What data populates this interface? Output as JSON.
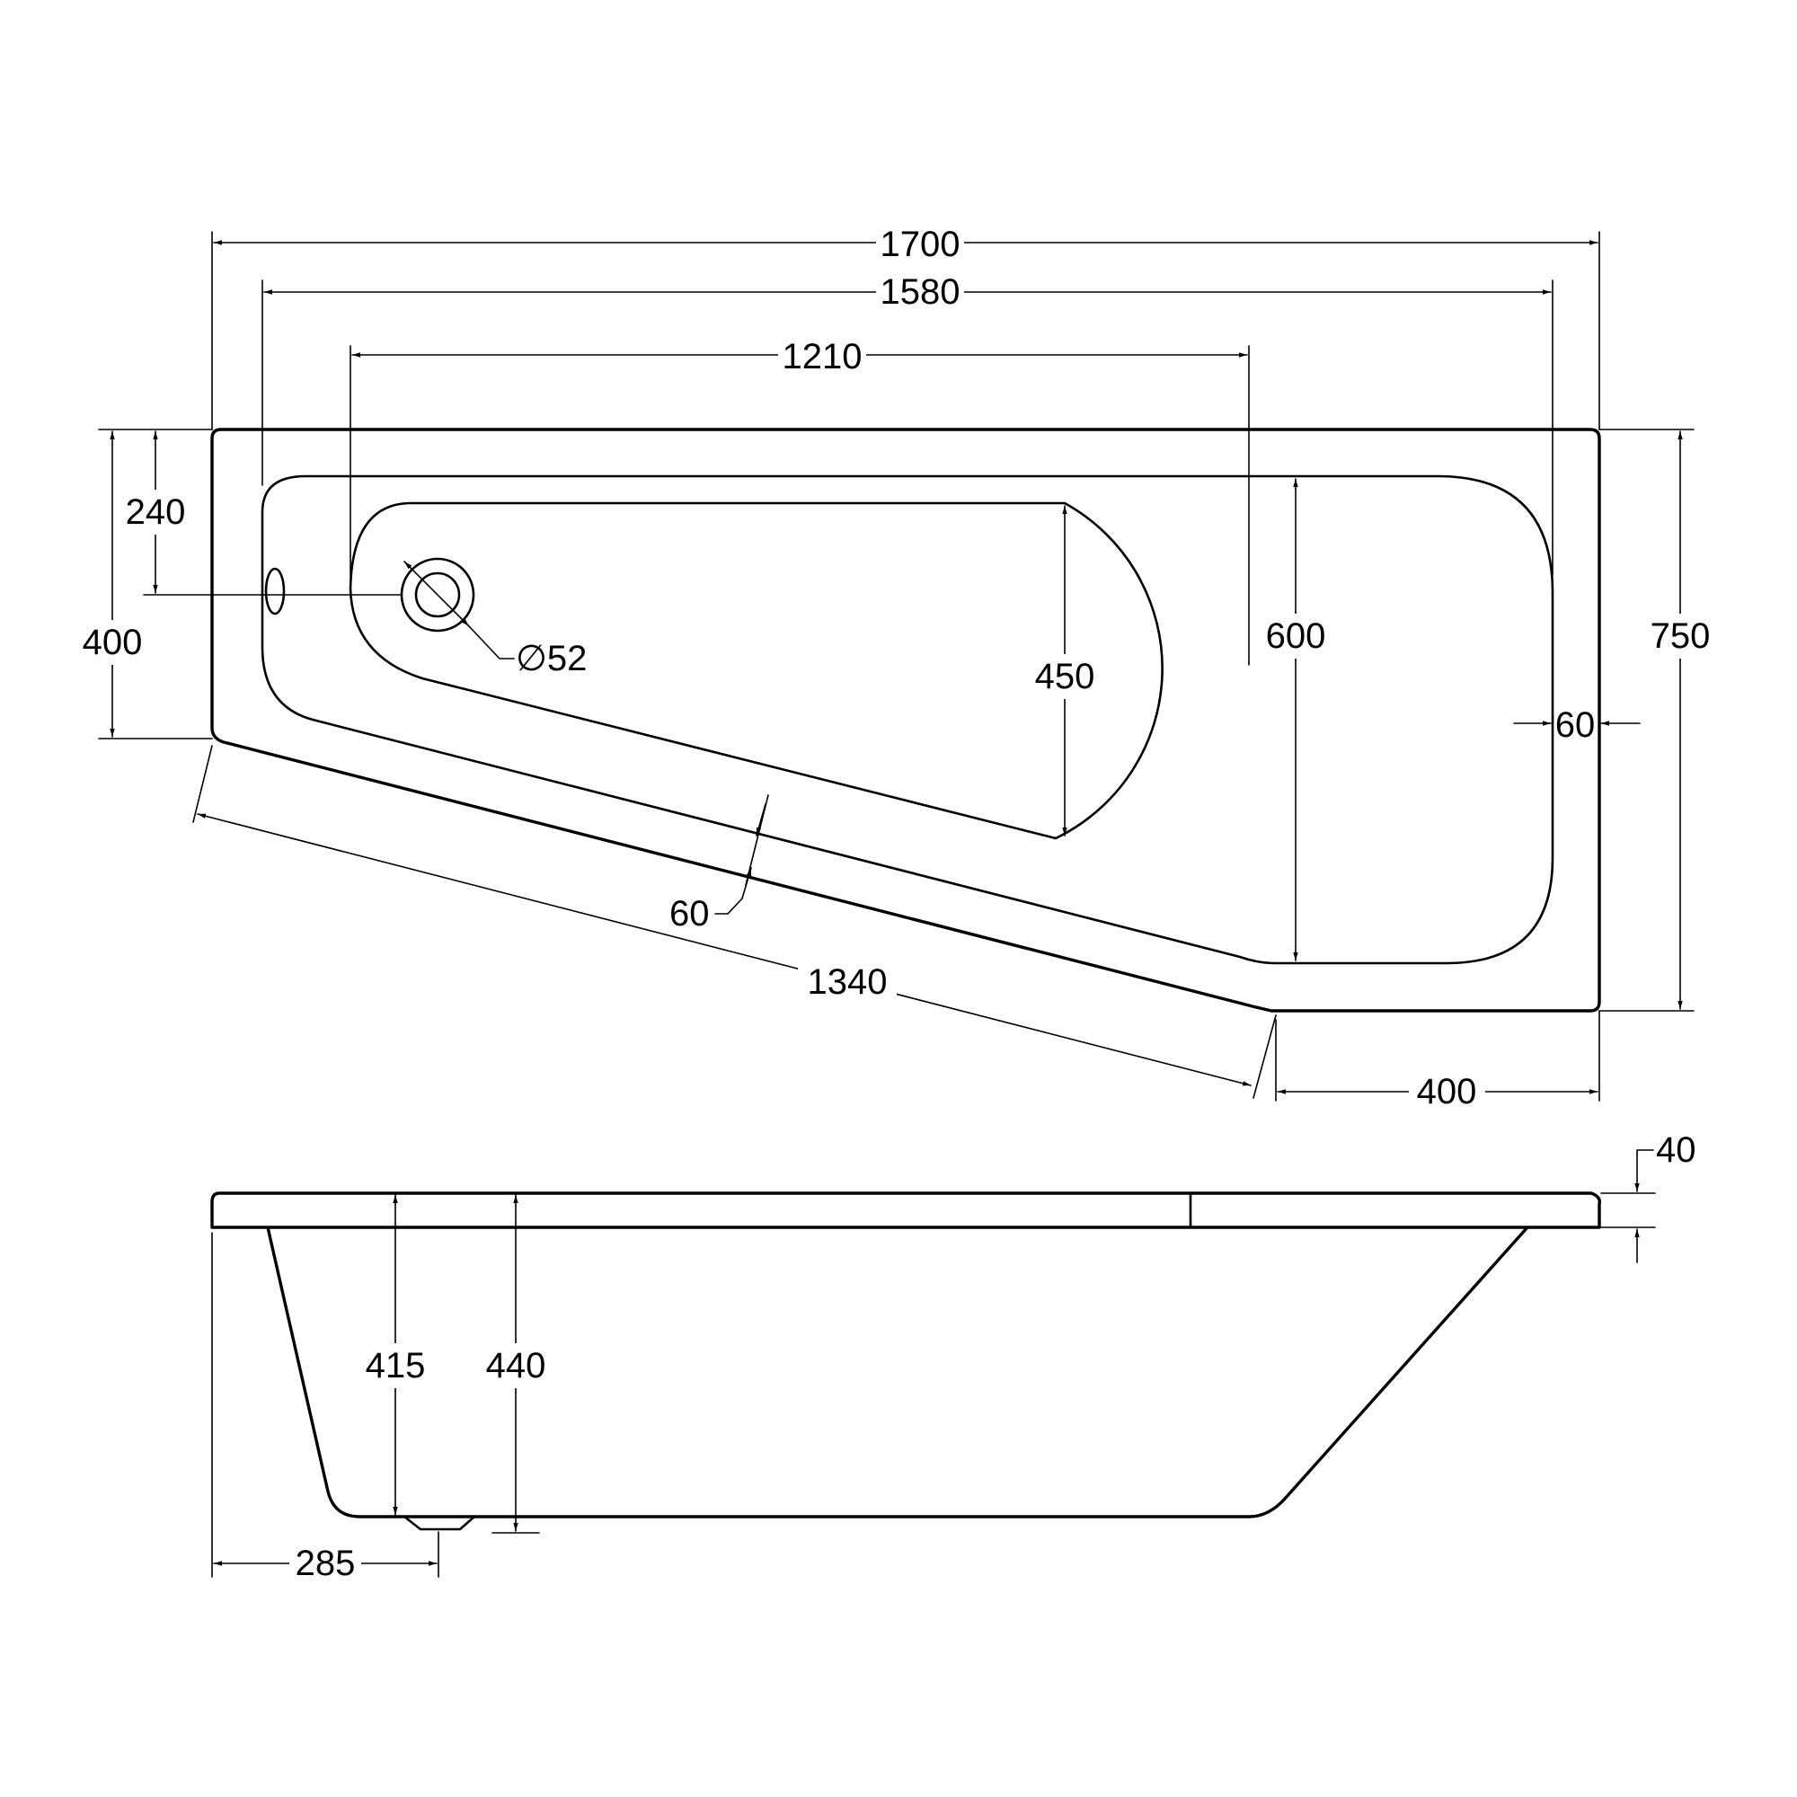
{
  "plan_view": {
    "overall_length": "1700",
    "inner_length": "1580",
    "bowl_length": "1210",
    "overall_width": "750",
    "inner_width": "600",
    "bowl_width": "450",
    "left_end_width": "400",
    "waste_offset": "240",
    "waste_diameter": "∅52",
    "rim_side": "60",
    "rim_front": "60",
    "angled_side": "1340",
    "straight_front": "400"
  },
  "side_view": {
    "rim_thickness": "40",
    "inner_depth": "415",
    "overall_depth": "440",
    "waste_position": "285"
  },
  "colors": {
    "line": "#000000",
    "background": "#ffffff"
  }
}
